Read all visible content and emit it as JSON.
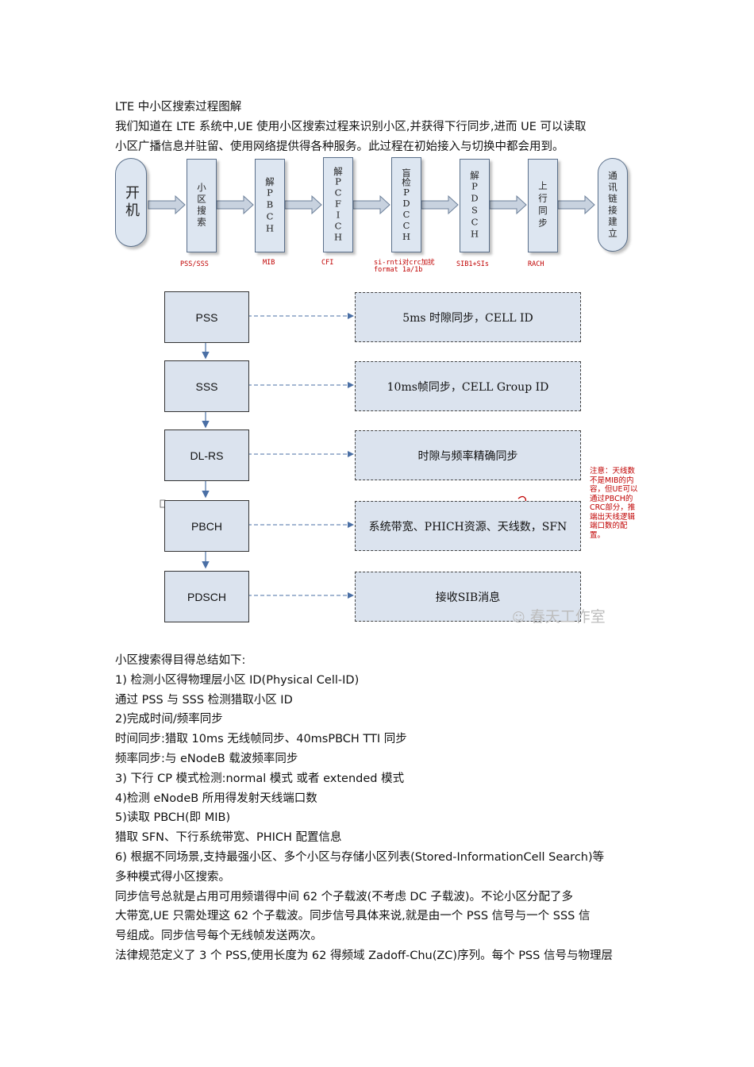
{
  "title": "LTE 中小区搜索过程图解",
  "intro": [
    "我们知道在 LTE 系统中,UE 使用小区搜索过程来识别小区,并获得下行同步,进而 UE 可以读取",
    "小区广播信息并驻留、使用网络提供得各种服务。此过程在初始接入与切换中都会用到。"
  ],
  "flow": {
    "start": "开机",
    "end": "通讯链接建立",
    "steps": [
      {
        "label": "小区搜索",
        "caption": "PSS/SSS"
      },
      {
        "label": "解PBCH",
        "caption": "MIB"
      },
      {
        "label": "解PCFICH",
        "caption": "CFI"
      },
      {
        "label": "盲检PDCCH",
        "caption": "si-rnti对crc加扰",
        "caption2": "format 1a/1b"
      },
      {
        "label": "解PDSCH",
        "caption": "SIB1+SIs"
      },
      {
        "label": "上行同步",
        "caption": "RACH"
      }
    ]
  },
  "diagram": {
    "rows": [
      {
        "left": "PSS",
        "right": "5ms 时隙同步，CELL ID"
      },
      {
        "left": "SSS",
        "right": "10ms帧同步，CELL Group ID"
      },
      {
        "left": "DL-RS",
        "right": "时隙与频率精确同步"
      },
      {
        "left": "PBCH",
        "right": "系统带宽、PHICH资源、天线数，SFN"
      },
      {
        "left": "PDSCH",
        "right": "接收SIB消息"
      }
    ],
    "note": "注意：天线数不是MIB的内容，但UE可以通过PBCH的CRC部分，推端出天线逻辑端口数的配置。",
    "watermark": "春天工作室"
  },
  "body": [
    "小区搜索得目得总结如下:",
    "1) 检测小区得物理层小区 ID(Physical Cell-ID)",
    "通过 PSS 与 SSS 检测猎取小区 ID",
    "2)完成时间/频率同步",
    "时间同步:猎取 10ms 无线帧同步、40msPBCH TTI 同步",
    "频率同步:与 eNodeB 载波频率同步",
    "3) 下行 CP 模式检测:normal 模式 或者 extended 模式",
    "4)检测 eNodeB 所用得发射天线端口数",
    "5)读取 PBCH(即 MIB)",
    "猎取 SFN、下行系统带宽、PHICH 配置信息",
    "6) 根据不同场景,支持最强小区、多个小区与存储小区列表(Stored-InformationCell Search)等",
    "多种模式得小区搜索。",
    "同步信号总就是占用可用频谱得中间 62 个子载波(不考虑 DC 子载波)。不论小区分配了多",
    "大带宽,UE 只需处理这 62 个子载波。同步信号具体来说,就是由一个 PSS 信号与一个 SSS 信",
    "号组成。同步信号每个无线帧发送两次。",
    "法律规范定义了 3 个 PSS,使用长度为 62 得频域 Zadoff-Chu(ZC)序列。每个 PSS 信号与物理层"
  ]
}
